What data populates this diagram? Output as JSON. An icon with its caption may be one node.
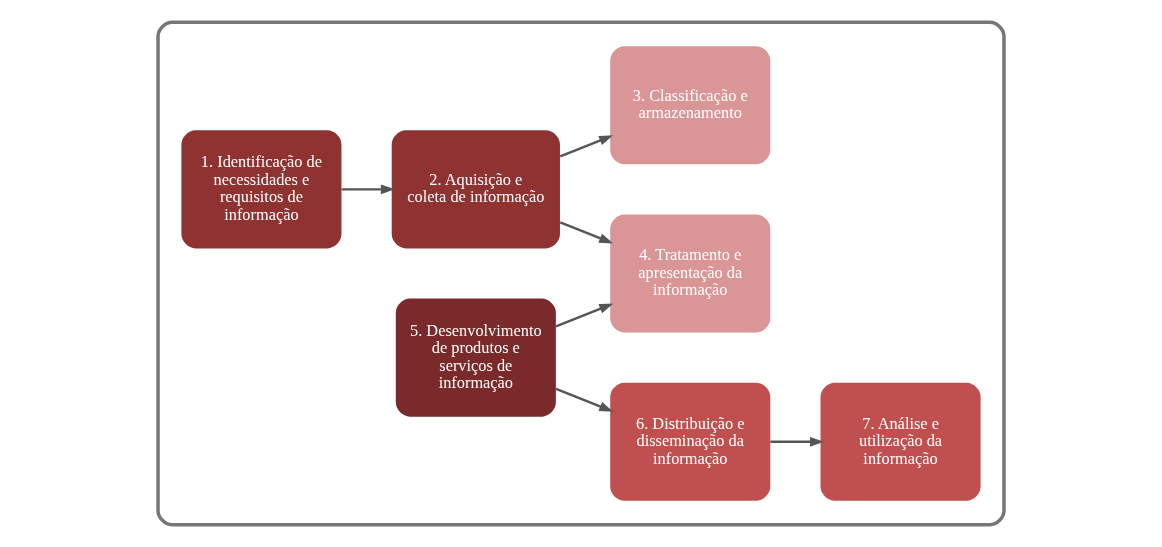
{
  "diagram": {
    "nodes": [
      {
        "text": [],
        "shape": "box"
      },
      {
        "text": [
          "1. Identificação de necessidades e requisitos de informação"
        ],
        "in": 0
      },
      {
        "text": [
          "2. Aquisição e coleta de informação"
        ],
        "in": 0
      },
      {
        "text": [
          "3. Classificação e armazenamento"
        ],
        "in": 0
      },
      {
        "text": [
          "4. Tratamento e apresentação da informação"
        ],
        "in": 0
      },
      {
        "text": [
          "5. Desenvolvimento de produtos e serviços de informação"
        ],
        "in": 0
      },
      {
        "text": [
          "6. Distribuição e disseminação da informação"
        ],
        "in": 0
      },
      {
        "text": [
          "7. Análise e utilização da informação"
        ],
        "in": 0
      }
    ],
    "edges": [
      {
        "from": 1,
        "to": 2,
        "arrow": "to"
      },
      {
        "from": 2,
        "to": 3,
        "arrow": "to"
      },
      {
        "from": 2,
        "to": 4,
        "arrow": "to"
      },
      {
        "from": 5,
        "to": 4,
        "arrow": "to"
      },
      {
        "from": 5,
        "to": 6,
        "arrow": "to"
      },
      {
        "from": 6,
        "to": 7,
        "arrow": "to"
      }
    ]
  }
}
